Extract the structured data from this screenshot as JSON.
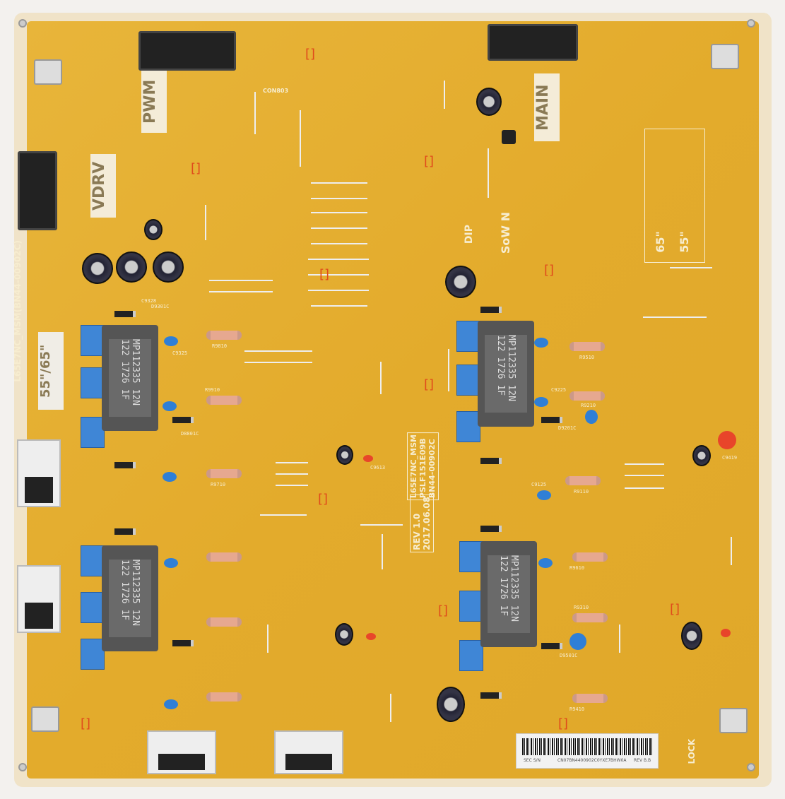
{
  "board": {
    "model_vertical": "L65E7NC_MSM(BN44-00902C)",
    "size_label": "55\"/65\"",
    "labels": {
      "pwm": "PWM",
      "vdrv": "VDRV",
      "main": "MAIN",
      "dip": "DIP",
      "lock": "LOCK",
      "brand": "SoW N"
    },
    "center_block": [
      "L65E7NC_MSM",
      "PSLF151E09B",
      "BN44-00902C"
    ],
    "revision": [
      "REV 1.0",
      "2017.06.08"
    ],
    "size_box": [
      "65\"",
      "55\""
    ],
    "transformer_text": "MP112335 12N 122 1726 1F",
    "connector_label": "CON803",
    "board_color": "#e3ab2c",
    "silkscreen_color": "#f7edd0",
    "marker_color": "#e04b1c"
  },
  "barcode_label": {
    "prefix": "SEC S/N",
    "serial": "CN07BN4400902C0YXE7BHW0A",
    "rev": "REV B.B"
  },
  "components": {
    "resistors": [
      "R9810",
      "R9910",
      "R9710",
      "R9210",
      "R9510",
      "R9110",
      "R9610",
      "R9410",
      "R9310"
    ],
    "caps": [
      "C9325",
      "C9328",
      "C9225",
      "C9125",
      "C9613",
      "C9419"
    ],
    "diodes": [
      "D9301C",
      "D9201C",
      "D8801C",
      "D9501C"
    ]
  }
}
